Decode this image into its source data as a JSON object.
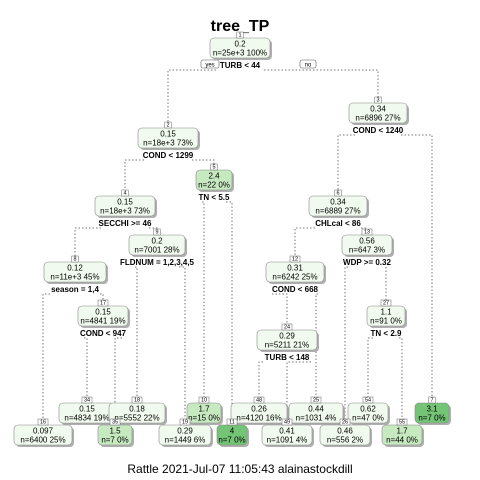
{
  "title": "tree_TP",
  "footer": "Rattle 2021-Jul-07 11:05:43 alainastockdill",
  "colors": {
    "light": "#f1faee",
    "mid": "#c7e9c0",
    "deep": "#a1d99b",
    "dark": "#74c476"
  },
  "branch_labels": {
    "yes": "yes",
    "no": "no"
  },
  "nodes": [
    {
      "id": "1",
      "value": "0.2",
      "stats": "n=25e+3  100%",
      "split": "TURB < 44",
      "color": "light"
    },
    {
      "id": "2",
      "value": "0.15",
      "stats": "n=18e+3  73%",
      "split": "COND < 1299",
      "color": "light"
    },
    {
      "id": "3",
      "value": "0.34",
      "stats": "n=6896  27%",
      "split": "COND < 1240",
      "color": "light"
    },
    {
      "id": "4",
      "value": "0.15",
      "stats": "n=18e+3  73%",
      "split": "SECCHI >= 46",
      "color": "light"
    },
    {
      "id": "5",
      "value": "2.4",
      "stats": "n=22  0%",
      "split": "TN < 5.5",
      "color": "mid"
    },
    {
      "id": "6",
      "value": "0.34",
      "stats": "n=6889  27%",
      "split": "CHLcal < 86",
      "color": "light"
    },
    {
      "id": "7",
      "value": "3.1",
      "stats": "n=7  0%",
      "split": "",
      "color": "dark"
    },
    {
      "id": "8",
      "value": "0.12",
      "stats": "n=11e+3  45%",
      "split": "season = 1,4",
      "color": "light"
    },
    {
      "id": "9",
      "value": "0.2",
      "stats": "n=7001  28%",
      "split": "FLDNUM = 1,2,3,4,5",
      "color": "light"
    },
    {
      "id": "12",
      "value": "0.31",
      "stats": "n=6242  25%",
      "split": "COND < 668",
      "color": "light"
    },
    {
      "id": "13",
      "value": "0.56",
      "stats": "n=647  3%",
      "split": "WDP >= 0.32",
      "color": "light"
    },
    {
      "id": "17",
      "value": "0.15",
      "stats": "n=4841  19%",
      "split": "COND < 947",
      "color": "light"
    },
    {
      "id": "24",
      "value": "0.29",
      "stats": "n=5211  21%",
      "split": "TURB < 148",
      "color": "light"
    },
    {
      "id": "27",
      "value": "1.1",
      "stats": "n=91  0%",
      "split": "TN < 2.9",
      "color": "light"
    },
    {
      "id": "34",
      "value": "0.15",
      "stats": "n=4834  19%",
      "split": "",
      "color": "light"
    },
    {
      "id": "18",
      "value": "0.18",
      "stats": "n=5552  22%",
      "split": "",
      "color": "light"
    },
    {
      "id": "10",
      "value": "1.7",
      "stats": "n=15  0%",
      "split": "",
      "color": "mid"
    },
    {
      "id": "48",
      "value": "0.26",
      "stats": "n=4120  16%",
      "split": "",
      "color": "light"
    },
    {
      "id": "25",
      "value": "0.44",
      "stats": "n=1031  4%",
      "split": "",
      "color": "light"
    },
    {
      "id": "54",
      "value": "0.62",
      "stats": "n=47  0%",
      "split": "",
      "color": "light"
    },
    {
      "id": "16",
      "value": "0.097",
      "stats": "n=6400  25%",
      "split": "",
      "color": "light"
    },
    {
      "id": "35",
      "value": "1.5",
      "stats": "n=7  0%",
      "split": "",
      "color": "mid"
    },
    {
      "id": "19",
      "value": "0.29",
      "stats": "n=1449  6%",
      "split": "",
      "color": "light"
    },
    {
      "id": "11",
      "value": "4",
      "stats": "n=7  0%",
      "split": "",
      "color": "dark"
    },
    {
      "id": "49",
      "value": "0.41",
      "stats": "n=1091  4%",
      "split": "",
      "color": "light"
    },
    {
      "id": "26",
      "value": "0.46",
      "stats": "n=556  2%",
      "split": "",
      "color": "light"
    },
    {
      "id": "55",
      "value": "1.7",
      "stats": "n=44  0%",
      "split": "",
      "color": "mid"
    }
  ]
}
